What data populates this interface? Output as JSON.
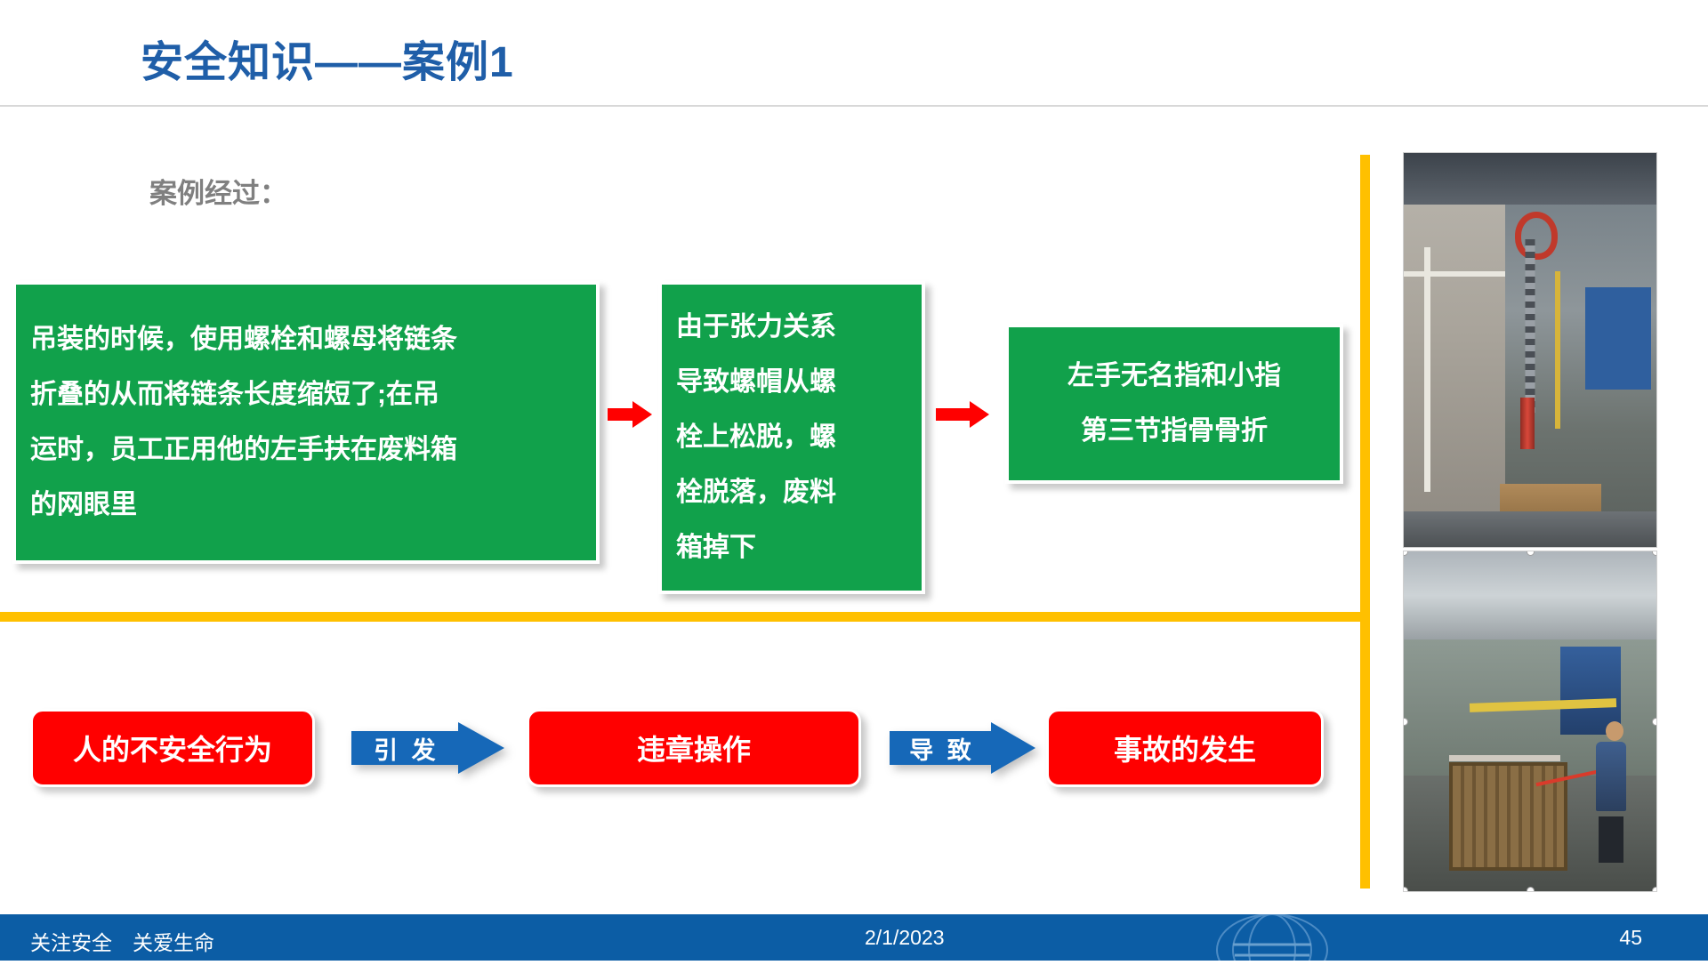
{
  "slide": {
    "title": "安全知识——案例1",
    "subtitle": "案例经过："
  },
  "colors": {
    "title_blue": "#1F5EA8",
    "green": "#11A14B",
    "red": "#FF0000",
    "yellow": "#FFC000",
    "footer_blue": "#0C5DA5",
    "arrow_blue": "#1668B8",
    "subtitle_gray": "#808080"
  },
  "flow": {
    "boxes": [
      {
        "id": "cause",
        "lines": [
          "吊装的时候，使用螺栓和螺母将链条",
          "折叠的从而将链条长度缩短了;在吊",
          "运时，员工正用他的左手扶在废料箱",
          "的网眼里"
        ]
      },
      {
        "id": "mechanism",
        "lines": [
          "由于张力关系",
          "导致螺帽从螺",
          "栓上松脱，螺",
          "栓脱落，废料",
          "箱掉下"
        ]
      },
      {
        "id": "injury",
        "lines": [
          "左手无名指和小指",
          "第三节指骨骨折"
        ]
      }
    ],
    "arrows": [
      "red-arrow-1",
      "red-arrow-2"
    ]
  },
  "chain": {
    "items": [
      {
        "id": "unsafe-behavior",
        "label": "人的不安全行为"
      },
      {
        "id": "violation",
        "label": "违章操作"
      },
      {
        "id": "accident",
        "label": "事故的发生"
      }
    ],
    "connectors": [
      {
        "id": "triggers",
        "label": "引 发"
      },
      {
        "id": "leads-to",
        "label": "导 致"
      }
    ]
  },
  "photos": [
    {
      "id": "photo-chain-hoist",
      "alt": "吊装链条与吊钩现场照片"
    },
    {
      "id": "photo-workshop",
      "alt": "车间废料箱吊运现场照片"
    }
  ],
  "footer": {
    "slogan": "关注安全　关爱生命",
    "date": "2/1/2023",
    "page": "45"
  }
}
